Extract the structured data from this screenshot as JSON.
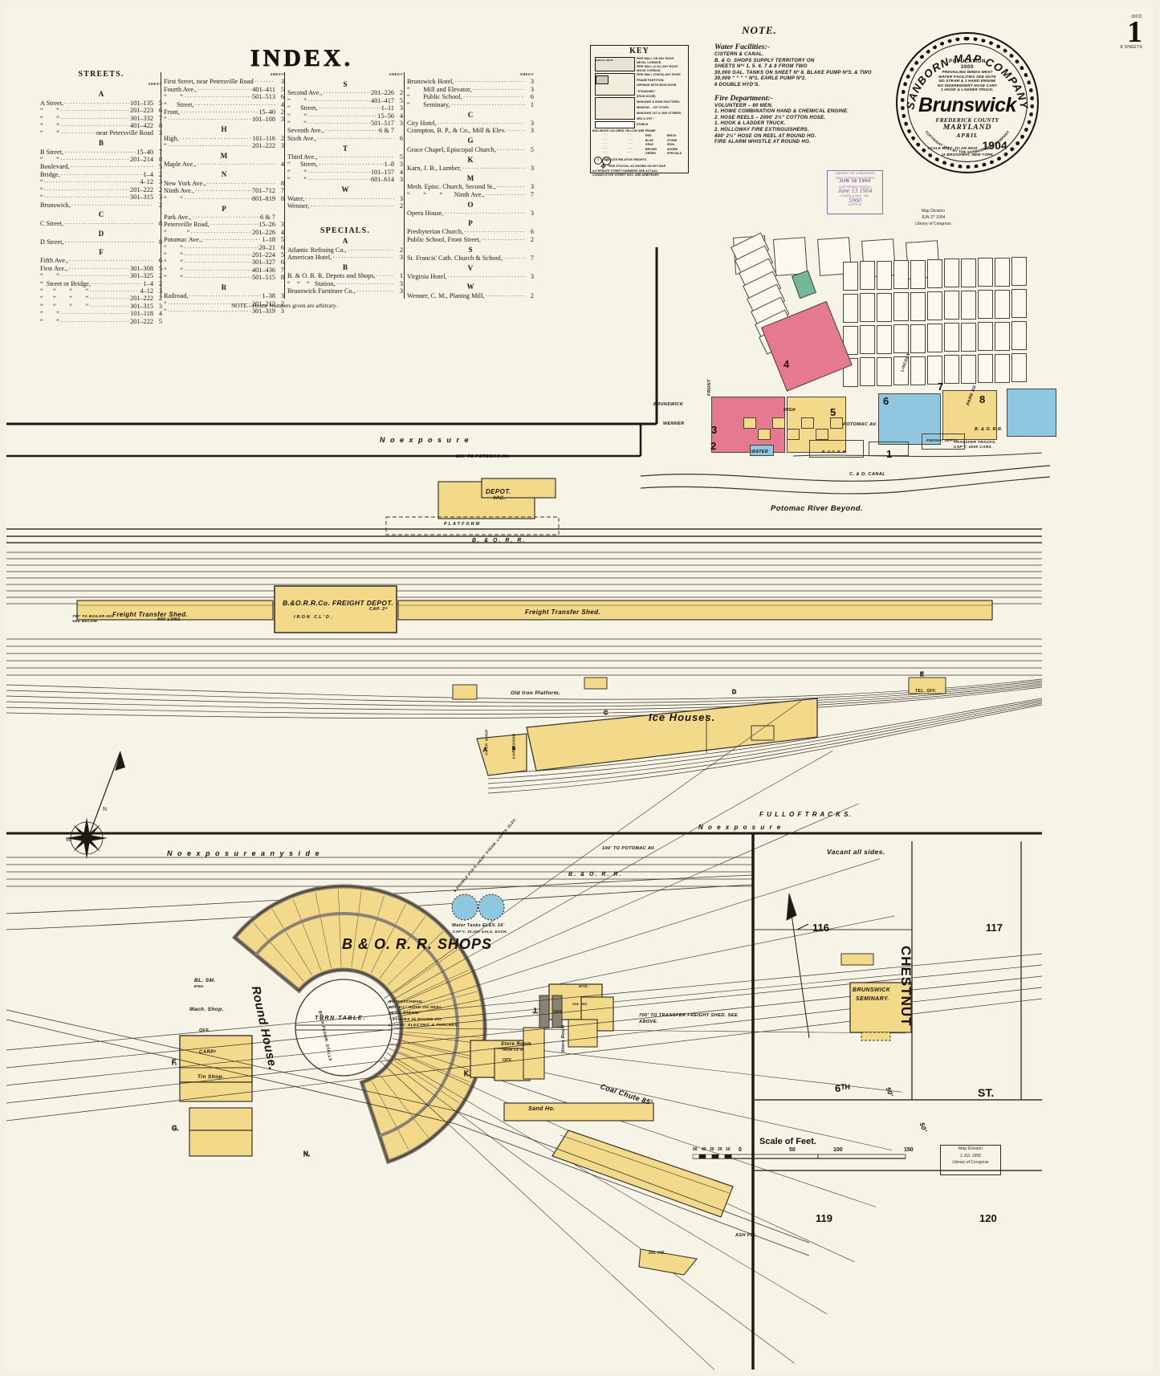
{
  "sheet": {
    "number": "1",
    "sub": "(822)",
    "sheets_note": "8 SHEETS"
  },
  "index": {
    "title": "INDEX.",
    "note": "NOTE.--House Numbers given are arbitrary.",
    "sheet_header": "SHEET",
    "col1": {
      "header": "STREETS.",
      "groups": [
        {
          "letter": "A",
          "rows": [
            {
              "nm": "A Street,",
              "num": "101–135",
              "sh": "5"
            },
            {
              "nm": "“  “",
              "num": "201–223",
              "sh": "6"
            },
            {
              "nm": "“  “",
              "num": "301–332",
              "sh": "7"
            },
            {
              "nm": "“  “",
              "num": "401–422",
              "sh": "8"
            },
            {
              "nm": "“  “",
              "num": "near Petersville Road",
              "sh": "3"
            }
          ]
        },
        {
          "letter": "B",
          "rows": [
            {
              "nm": "B Street,",
              "num": "15–40",
              "sh": "7"
            },
            {
              "nm": "“  “",
              "num": "201–214",
              "sh": "8"
            },
            {
              "nm": "Boulevard,",
              "num": "",
              "sh": "5"
            },
            {
              "nm": "Bridge,",
              "num": "1–4",
              "sh": "2"
            },
            {
              "nm": "“",
              "num": "4–12",
              "sh": "3"
            },
            {
              "nm": "“",
              "num": "201–222",
              "sh": "2"
            },
            {
              "nm": "“",
              "num": "301–315",
              "sh": "3"
            },
            {
              "nm": "Brunswick,",
              "num": "",
              "sh": "2"
            }
          ]
        },
        {
          "letter": "C",
          "rows": [
            {
              "nm": "C Street,",
              "num": "",
              "sh": "8"
            }
          ]
        },
        {
          "letter": "D",
          "rows": [
            {
              "nm": "D Street,",
              "num": "",
              "sh": "8"
            }
          ]
        },
        {
          "letter": "F",
          "rows": [
            {
              "nm": "Fifth Ave.,",
              "num": "",
              "sh": "6"
            },
            {
              "nm": "First Ave.,",
              "num": "301–308",
              "sh": "5"
            },
            {
              "nm": "“  “",
              "num": "301–325",
              "sh": "2"
            },
            {
              "nm": "“ Street or Bridge,",
              "num": "1–4",
              "sh": "2"
            },
            {
              "nm": "“  “  “  “",
              "num": "4–12",
              "sh": "3"
            },
            {
              "nm": "“  “  “  “",
              "num": "201–222",
              "sh": "2"
            },
            {
              "nm": "“  “  “  “",
              "num": "301–315",
              "sh": "3"
            },
            {
              "nm": "“  “",
              "num": "101–118",
              "sh": "4"
            },
            {
              "nm": "“  “",
              "num": "201–222",
              "sh": "5"
            }
          ]
        }
      ]
    },
    "col2": {
      "groups": [
        {
          "letter": "",
          "rows": [
            {
              "nm": "First Street, near Petersville Road",
              "num": "",
              "sh": "3"
            },
            {
              "nm": "Fourth Ave.,",
              "num": "401–411",
              "sh": "5"
            },
            {
              "nm": "“  “",
              "num": "501–513",
              "sh": "6"
            },
            {
              "nm": "“  Street,",
              "num": "",
              "sh": "4"
            },
            {
              "nm": "Front,",
              "num": "15–40",
              "sh": "2"
            },
            {
              "nm": "“",
              "num": "101–108",
              "sh": "3"
            }
          ]
        },
        {
          "letter": "H",
          "rows": [
            {
              "nm": "High,",
              "num": "101–116",
              "sh": "2"
            },
            {
              "nm": "“",
              "num": "201–222",
              "sh": "3"
            }
          ]
        },
        {
          "letter": "M",
          "rows": [
            {
              "nm": "Maple Ave.,",
              "num": "",
              "sh": "4"
            }
          ]
        },
        {
          "letter": "N",
          "rows": [
            {
              "nm": "New York Ave.,",
              "num": "",
              "sh": "8"
            },
            {
              "nm": "Ninth Ave.,",
              "num": "701–712",
              "sh": "7"
            },
            {
              "nm": "“  “",
              "num": "801–819",
              "sh": "8"
            }
          ]
        },
        {
          "letter": "P",
          "rows": [
            {
              "nm": "Park Ave.,",
              "num": "6 & 7",
              "sh": ""
            },
            {
              "nm": "Petersville Road,",
              "num": "15–26",
              "sh": "3"
            },
            {
              "nm": "“   “",
              "num": "201–226",
              "sh": "4"
            },
            {
              "nm": "Potomac Ave.,",
              "num": "1–18",
              "sh": "5"
            },
            {
              "nm": "“  “",
              "num": "20–21",
              "sh": "6"
            },
            {
              "nm": "“  “",
              "num": "201–224",
              "sh": "5"
            },
            {
              "nm": "“  “",
              "num": "301–327",
              "sh": "6"
            },
            {
              "nm": "“  “",
              "num": "401–436",
              "sh": "7"
            },
            {
              "nm": "“  “",
              "num": "501–515",
              "sh": "8"
            }
          ]
        },
        {
          "letter": "R",
          "rows": [
            {
              "nm": "Railroad,",
              "num": "1–38",
              "sh": "3"
            },
            {
              "nm": "“",
              "num": "201–212",
              "sh": "2"
            },
            {
              "nm": "“",
              "num": "301–319",
              "sh": "3"
            }
          ]
        }
      ]
    },
    "col3": {
      "groups": [
        {
          "letter": "S",
          "rows": [
            {
              "nm": "Second Ave.,",
              "num": "201–226",
              "sh": "2"
            },
            {
              "nm": "“  “",
              "num": "401–417",
              "sh": "5"
            },
            {
              "nm": "“  Street,",
              "num": "1–11",
              "sh": "3"
            },
            {
              "nm": "“  “",
              "num": "15–56",
              "sh": "4"
            },
            {
              "nm": "“  “",
              "num": "501–517",
              "sh": "3"
            },
            {
              "nm": "Seventh Ave.,",
              "num": "6 & 7",
              "sh": ""
            },
            {
              "nm": "Sixth Ave.,",
              "num": "",
              "sh": "6"
            }
          ]
        },
        {
          "letter": "T",
          "rows": [
            {
              "nm": "Third Ave.,",
              "num": "",
              "sh": "5"
            },
            {
              "nm": "“  Street,",
              "num": "1–8",
              "sh": "3"
            },
            {
              "nm": "“  “",
              "num": "101–157",
              "sh": "4"
            },
            {
              "nm": "“  “",
              "num": "601–614",
              "sh": "3"
            }
          ]
        },
        {
          "letter": "W",
          "rows": [
            {
              "nm": "Water,",
              "num": "",
              "sh": "3"
            },
            {
              "nm": "Wenner,",
              "num": "",
              "sh": "2"
            }
          ]
        }
      ],
      "specials_title": "SPECIALS.",
      "specials": [
        {
          "letter": "A",
          "rows": [
            {
              "nm": "Atlantic Refining Co.,",
              "sh": "2"
            },
            {
              "nm": "American Hotel,",
              "sh": "3"
            }
          ]
        },
        {
          "letter": "B",
          "rows": [
            {
              "nm": "B. & O. R. R. Depots and Shops,",
              "sh": "1"
            },
            {
              "nm": "“ “ “  Station,",
              "sh": "3"
            },
            {
              "nm": "Brunswick Furniture Co.,",
              "sh": "3"
            }
          ]
        }
      ]
    },
    "col4": {
      "groups": [
        {
          "letter": "",
          "rows": [
            {
              "nm": "Brunswick Hotel,",
              "sh": "3"
            },
            {
              "nm": "“  Mill and Elevator,",
              "sh": "3"
            },
            {
              "nm": "“  Public School,",
              "sh": "6"
            },
            {
              "nm": "“  Seminary,",
              "sh": "1"
            }
          ]
        },
        {
          "letter": "C",
          "rows": [
            {
              "nm": "City Hotel,",
              "sh": "3"
            },
            {
              "nm": "Crampton, B. P., & Co., Mill & Elev.",
              "sh": "3"
            }
          ]
        },
        {
          "letter": "G",
          "rows": [
            {
              "nm": "Grace Chapel, Episcopal Church,",
              "sh": "5"
            }
          ]
        },
        {
          "letter": "K",
          "rows": [
            {
              "nm": "Karn, J. B., Lumber,",
              "sh": "3"
            }
          ]
        },
        {
          "letter": "M",
          "rows": [
            {
              "nm": "Meth. Episc. Church, Second St.,",
              "sh": "3"
            },
            {
              "nm": "“  “  “   Ninth Ave.,",
              "sh": "7"
            }
          ]
        },
        {
          "letter": "O",
          "rows": [
            {
              "nm": "Opera House,",
              "sh": "3"
            }
          ]
        },
        {
          "letter": "P",
          "rows": [
            {
              "nm": "Presbyterian Church,",
              "sh": "6"
            },
            {
              "nm": "Public School, Front Street,",
              "sh": "2"
            }
          ]
        },
        {
          "letter": "S",
          "rows": [
            {
              "nm": "St. Francis' Cath. Church & School,",
              "sh": "7"
            }
          ]
        },
        {
          "letter": "V",
          "rows": [
            {
              "nm": "Virginia Hotel,",
              "sh": "3"
            }
          ]
        },
        {
          "letter": "W",
          "rows": [
            {
              "nm": "Wenner, C. M., Planing Mill,",
              "sh": "2"
            }
          ]
        }
      ]
    }
  },
  "key": {
    "title": "KEY",
    "lines": [
      "FIRE WALL OR ANY ROOF.",
      "METAL CORNICE.",
      "FIRE WALL (2 IN.) ANY ROOF.",
      "WOOD CORNICE.",
      "FIRE WALL (THICK) ANY ROOF.",
      "FRAME PARTITION.",
      "OPENING WITH IRON DOOR.",
      "“STANDARD”",
      "(IRON DOOR)",
      "WINDOWS & IRON SHUTTERS.",
      "WINDOW – 1ST STORY.",
      "WINDOWS 1ST & 2ND STORIES.",
      "3RD & 4TH   “",
      "STABLE"
    ],
    "colors_intro": "BUILDINGS COLORED YELLOW ARE FRAME",
    "colors": [
      {
        "name": "RED",
        "meaning": "BRICK"
      },
      {
        "name": "BLUE",
        "meaning": "STONE"
      },
      {
        "name": "GRAY",
        "meaning": "IRON"
      },
      {
        "name": "BROWN",
        "meaning": "ADOBE"
      },
      {
        "name": "GREEN",
        "meaning": "SPECIALS"
      }
    ],
    "footnote1": "INDICATE RELATIVE HEIGHTS.",
    "footnote2": "FIRE STATION, AS SHOWN ON KEY MAP.",
    "footnote3": "ALTERNATE STREET NUMBERS ARE ACTUAL.",
    "footnote4": "CONSECUTIVE STREET NOS. ARE ARBITRARY.",
    "smallbox1": "SINGLE ROOF",
    "smallbox2": "CONNECTED BY OPENINGS WITH OR WITHOUT DOORS"
  },
  "note": {
    "title": "NOTE.",
    "water_heading": "Water Facilities:-",
    "water_lines": [
      "CISTERN & CANAL.",
      "B. & O. SHOPS SUPPLY TERRITORY ON",
      "SHEETS Nºˢ 1. 5. 6. 7 & 8 FROM TWO",
      "30,000 GAL. TANKS  ON  SHEET Nº 8.  BLAKE PUMP Nº3. & TWO",
      "30,000   “     “      “      “    Nº1. EARLE PUMP Nº2.",
      "6 DOUBLE HYD'S."
    ],
    "fire_heading": "Fire Department:-",
    "fire_lines": [
      "VOLUNTEER –  80 MEN.",
      "1. HOWE COMBINATION HAND & CHEMICAL ENGINE.",
      "2. HOSE REELS –  2000' 2½” COTTON HOSE.",
      "1. HOOK & LADDER TRUCK.",
      "2. HOLLOWAY FIRE EXTINGUISHERS.",
      "400' 2½” HOSE ON REEL AT ROUND HO.",
      "FIRE ALARM WHISTLE AT ROUND HO."
    ]
  },
  "seal": {
    "company": "SANBORN MAP COMPANY",
    "pop_label": "POPULATION",
    "pop_value": "3000",
    "facts": [
      "PREVAILING WINDS WEST",
      "WATER FACILITIES SEE NOTE",
      "NO STEAM & 1 HAND ENGINE",
      "NO INDEPENDENT HOSE CART",
      "1 HOOK & LADDER TRUCK."
    ],
    "city": "Brunswick",
    "county": "FREDERICK COUNTY",
    "state": "MARYLAND",
    "month": "APRIL",
    "year": "1904",
    "scale": "SCALE 50 FT. TO AN INCH",
    "address": "11 BROADWAY, NEW YORK",
    "copyright": "COPYRIGHT 1904 BY THE SANBORN MAP COMPANY"
  },
  "stamps": {
    "loc": {
      "l1": "LIBRARY of CONGRESS",
      "l2": "Two Copies Received",
      "date": "JUN 18 1904",
      "l3": "Copyright Entry",
      "hand1": "June 13 1904",
      "l4": "CLASS  a  XXc. No.",
      "hand2": "5960",
      "l5": "COPY B"
    },
    "mapdiv1": {
      "l1": "Map Division",
      "date": "JUN 27 1904",
      "l2": "Library of Congress"
    },
    "mapdiv2": {
      "l1": "Map Division",
      "date": "1 JUL 1955",
      "l2": "Library of Congress"
    }
  },
  "map": {
    "potomac_beyond": "Potomac River Beyond.",
    "no_exposure_top": "N o   e x p o s u r e",
    "no_exposure_note": "100' TO POTOMAC AV.",
    "bo_rr": "B. & O. R. R.",
    "depot": "DEPOT.",
    "depot_vac": "VAC.",
    "platform": "PLATFORM",
    "freight_shed_left": "Freight Transfer Shed.",
    "freight_shed_left_sub": "600' LONG",
    "freight_depot": "B.&O.R.R.Co. FREIGHT DEPOT.",
    "freight_depot_sub": "CAP. 2ʷ",
    "freight_depot_iron": "IRON CL'D.",
    "freight_shed_right": "Freight Transfer Shed.",
    "boiler_note": "700' TO BOILER HO. SEE BELOW.",
    "old_iron_platform": "Old Iron Platform.",
    "ice_houses": "Ice Houses.",
    "tel_off": "TEL. OFF.",
    "carp_shop": "CARP. SHOP",
    "full_of_tracks": "F U L L   O F   T R A C K S.",
    "no_exposure_mid": "N o   e x p o s u r e",
    "no_exposure_any": "N o   e x p o s u r e   a n y   s i d e",
    "shops_title": "B & O. R. R. SHOPS",
    "round_house": "Round House.",
    "round_house_sub": "BRICK FLOOR.  STALLS",
    "turn_table": "TURN TABLE.",
    "turn_note": [
      "NO WATCHMAN.",
      "800' 2½” HOSE ON REEL.",
      "HEAT: STEAM.",
      "“    STOVES IN ROUND HO.",
      "LIGHTS: ELECTRIC & TORCHES."
    ],
    "water_tanks": "Water Tanks ELEV. 16'",
    "water_tanks_sub": "CAP'Y. 30,000 GALS. EACH.",
    "double_hyd": "6 DOUBLE HYD'S. HEAT: STEAM. LIGHTS: ELEC.",
    "bl_sm": "BL. SM.",
    "bl_sm_sub": "ENG.",
    "mach_shop": "Mach. Shop.",
    "off1": "OFF.",
    "carp": "CARPʸ",
    "tin_shop": "Tin Shop.",
    "store_room": "Store Room",
    "store_room_sub": "IRON CL'D.",
    "coal_chute": "Coal Chute 85'",
    "sand_ho": "Sand Ho.",
    "ash_pit": "ASH PIT.",
    "oil_ho": "OIL HO.",
    "hyd": "HYD.",
    "shops_note_700": "700' TO TRANSFER FREIGHT SHED. SEE ABOVE.",
    "vacant_all_sides": "Vacant        all        sides.",
    "brunswick_seminary": "BRUNSWICK SEMINARY.",
    "chestnut": "CHESTNUT",
    "st": "ST.",
    "sixth": "6ᵀᴴ",
    "fifty1": "50'",
    "fifty2": "50'",
    "block116": "116",
    "block117": "117",
    "block119": "119",
    "block120": "120",
    "scale_title": "Scale of Feet.",
    "scale_ticks": [
      "50",
      "40",
      "30",
      "20",
      "10",
      "0",
      "50",
      "100",
      "150"
    ],
    "streets": {
      "brunswick": "BRUNSWICK",
      "wenner": "WENNER",
      "front": "FRONT",
      "high": "HIGH",
      "potomac_av": "POTOMAC  AV.",
      "park_av": "PARK  AV.",
      "lincoln": "LINCOLN",
      "st": "ST.",
      "av": "AV.",
      "water": "WATER",
      "bo_canal": "C. & O. CANAL",
      "bo_rr2": "B. & O. R.R."
    },
    "blocks_top": [
      "4",
      "5",
      "6",
      "7",
      "8",
      "1",
      "2",
      "3"
    ],
    "transfer_tracks": "TRANSFER TRACKS. CAP'Y. 4000 CARS.",
    "bo_rr_depot": "B. & O. R. R.",
    "freight_depot2": "FREIGHT DEPOT"
  },
  "colors": {
    "paper": "#f6f3e7",
    "yellow": "#f3d98a",
    "pink": "#e4798f",
    "blue": "#8fc6e0",
    "green": "#5fae93",
    "ink": "#15120d",
    "stamp_purple": "#7a5c99"
  }
}
